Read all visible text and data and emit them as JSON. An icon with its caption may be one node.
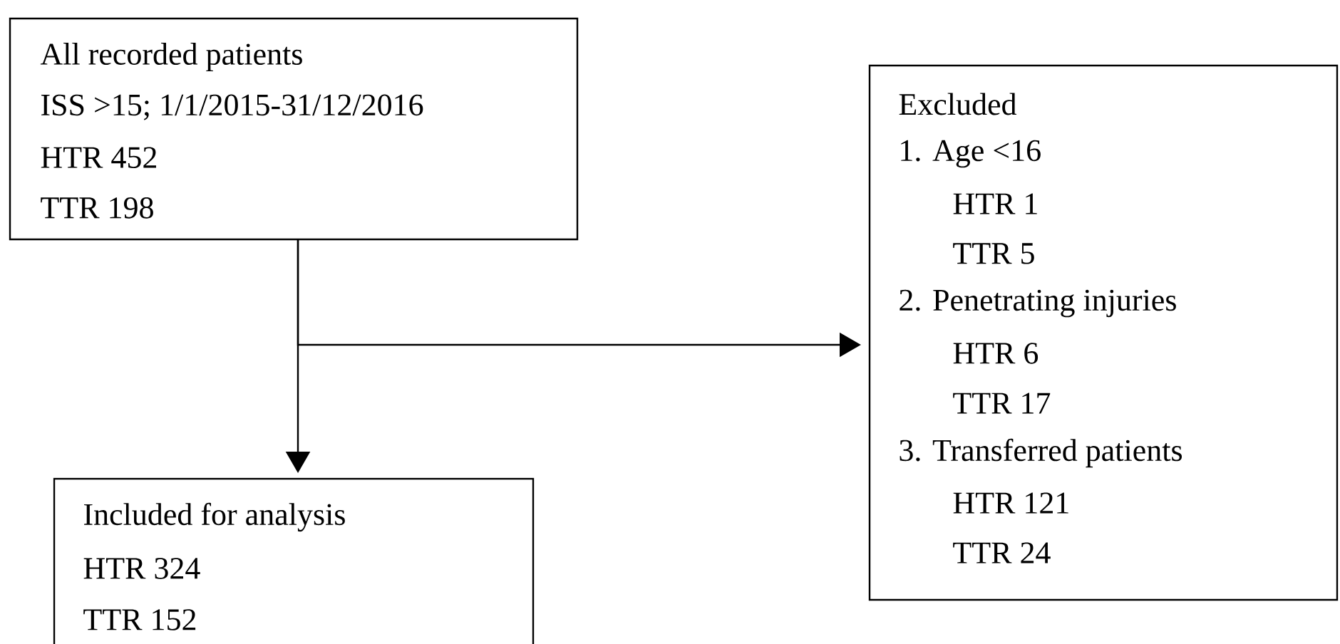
{
  "diagram": {
    "nodes": [
      {
        "text": [
          "All recorded patients",
          "ISS >15; 1/1/2015-31/12/2016",
          "HTR 452",
          "TTR 198"
        ]
      },
      {
        "text": [
          "Included for analysis",
          "HTR 324",
          "TTR 152"
        ]
      },
      {
        "text": [
          "Excluded",
          "1. Age <16",
          "HTR 1",
          "TTR 5",
          "2. Penetrating injuries",
          "HTR 6",
          "TTR 17",
          "3. Transferred patients",
          "HTR 121",
          "TTR 24"
        ]
      }
    ],
    "edges": [
      {
        "from": 0,
        "to": 1,
        "arrow": "to"
      },
      {
        "from": 0,
        "to": 2,
        "arrow": "to"
      }
    ]
  }
}
